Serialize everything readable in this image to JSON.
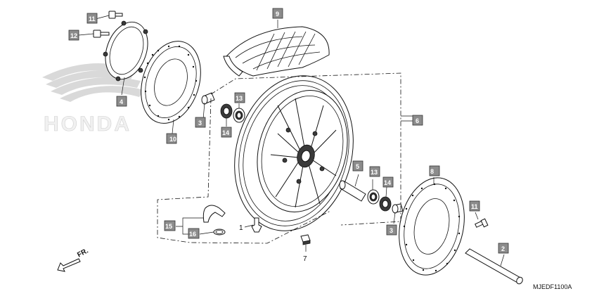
{
  "diagram": {
    "drawing_code": "MJEDF1100A",
    "direction_label": "FR.",
    "logo_text": "HONDA",
    "callouts": [
      "1",
      "2",
      "3",
      "3",
      "4",
      "5",
      "6",
      "7",
      "8",
      "9",
      "10",
      "11",
      "11",
      "12",
      "13",
      "13",
      "14",
      "14",
      "15",
      "16"
    ]
  },
  "colors": {
    "tag_fill": "#8c8c8c",
    "line": "#111111",
    "logo": "#c8c8c8"
  }
}
